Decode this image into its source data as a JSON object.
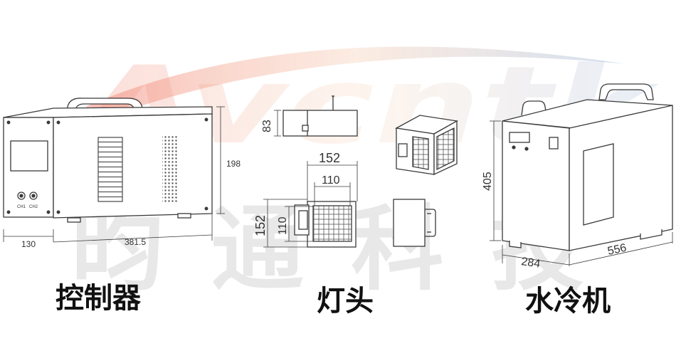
{
  "watermark": {
    "logo_text": "Avcntk",
    "company": "昀通科技"
  },
  "controller": {
    "caption": "控制器",
    "dim_depth": "130",
    "dim_width": "381.5",
    "dim_height": "198",
    "switch_labels": [
      "CH1",
      "CH2"
    ]
  },
  "lamp": {
    "caption": "灯头",
    "dim_top_height": "83",
    "dim_outer_width": "152",
    "dim_inner_width": "110",
    "dim_outer_height": "152",
    "dim_inner_height": "110"
  },
  "chiller": {
    "caption": "水冷机",
    "dim_height": "405",
    "dim_depth": "284",
    "dim_width": "556"
  },
  "colors": {
    "line": "#3a3a3a",
    "watermark_red": "#e85a4a",
    "watermark_blue": "#8fa6c8",
    "watermark_gray": "#cfcfcf"
  }
}
